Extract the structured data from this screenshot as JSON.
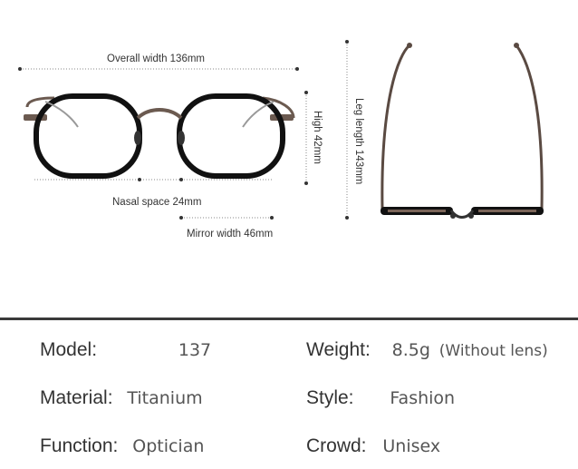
{
  "dimensions": {
    "overall_width": "Overall width 136mm",
    "nasal_space": "Nasal space 24mm",
    "mirror_width": "Mirror width 46mm",
    "high": "High 42mm",
    "leg_length": "Leg length 143mm"
  },
  "specs": {
    "model": {
      "label": "Model:",
      "value": "137"
    },
    "weight": {
      "label": "Weight:",
      "value": "8.5g",
      "note": "(Without lens)"
    },
    "material": {
      "label": "Material:",
      "value": "Titanium"
    },
    "style": {
      "label": "Style:",
      "value": "Fashion"
    },
    "function": {
      "label": "Function:",
      "value": "Optician"
    },
    "crowd": {
      "label": "Crowd:",
      "value": "Unisex"
    }
  },
  "colors": {
    "frame": "#111111",
    "temple": "#6b5a50",
    "divider": "#3a3a3a"
  }
}
